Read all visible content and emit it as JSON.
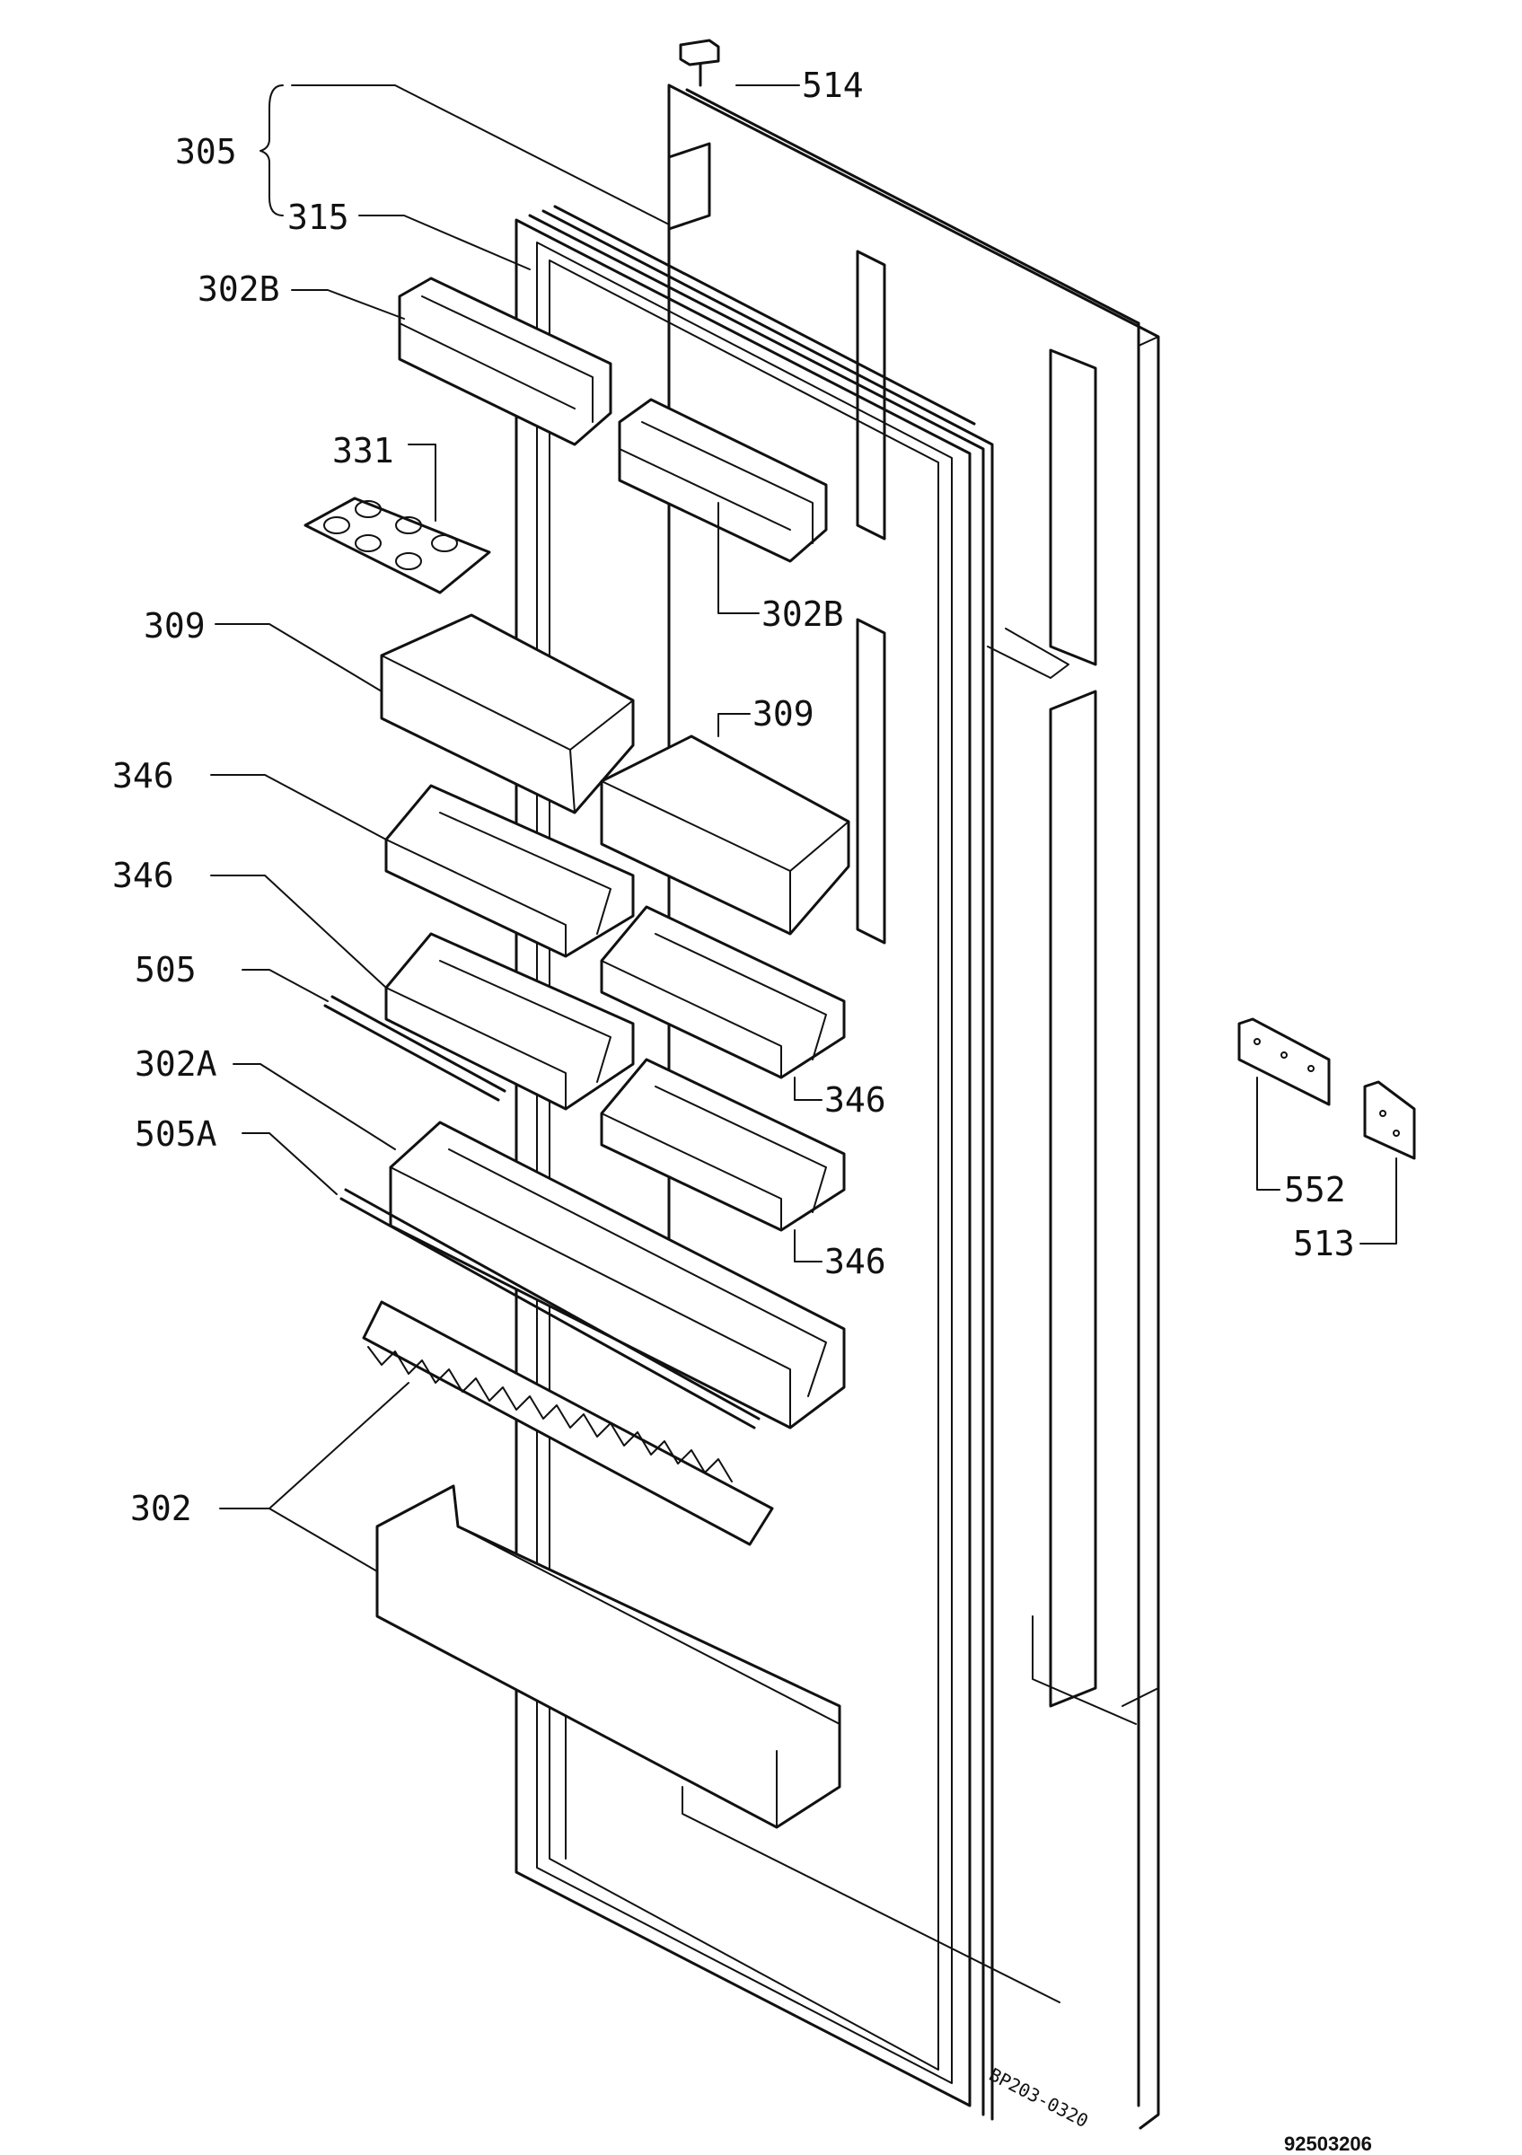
{
  "labels": {
    "l305": "305",
    "l315": "315",
    "l302b_1": "302B",
    "l331": "331",
    "l302b_2": "302B",
    "l309_1": "309",
    "l309_2": "309",
    "l346_1": "346",
    "l346_2": "346",
    "l346_3": "346",
    "l346_4": "346",
    "l505": "505",
    "l302a": "302A",
    "l505a": "505A",
    "l302": "302",
    "l514": "514",
    "l552": "552",
    "l513": "513"
  },
  "drawing_code": "BP203-0320",
  "figure_id": "92503206",
  "colors": {
    "ink": "#111111",
    "paper": "#ffffff"
  }
}
